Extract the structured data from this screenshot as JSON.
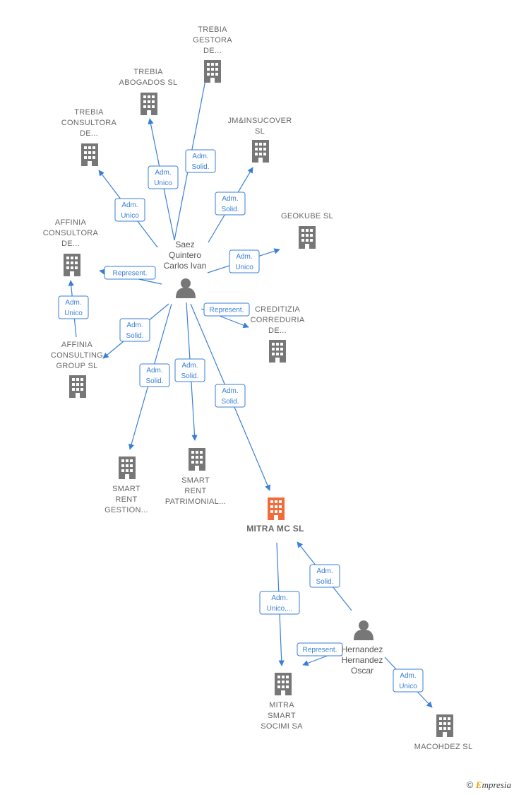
{
  "colors": {
    "edge": "#3a7fd5",
    "company": "#777777",
    "company_highlight": "#f26b38",
    "person": "#777777",
    "label": "#666666"
  },
  "companies": [
    {
      "id": "trebia_gestora",
      "lines": [
        "TREBIA",
        "GESTORA",
        "DE..."
      ],
      "icon": "building-icon"
    },
    {
      "id": "trebia_abogados",
      "lines": [
        "TREBIA",
        "ABOGADOS  SL"
      ],
      "icon": "building-icon"
    },
    {
      "id": "trebia_consultora",
      "lines": [
        "TREBIA",
        "CONSULTORA",
        "DE..."
      ],
      "icon": "building-icon"
    },
    {
      "id": "jm_insucover",
      "lines": [
        "JM&INSUCOVER",
        "SL"
      ],
      "icon": "building-icon"
    },
    {
      "id": "geokube",
      "lines": [
        "GEOKUBE  SL"
      ],
      "icon": "building-icon"
    },
    {
      "id": "affinia_consultora",
      "lines": [
        "AFFINIA",
        "CONSULTORA",
        "DE..."
      ],
      "icon": "building-icon"
    },
    {
      "id": "creditizia",
      "lines": [
        "CREDITIZIA",
        "CORREDURIA",
        "DE..."
      ],
      "icon": "building-icon"
    },
    {
      "id": "affinia_consulting",
      "lines": [
        "AFFINIA",
        "CONSULTING",
        "GROUP  SL"
      ],
      "icon": "building-icon"
    },
    {
      "id": "smart_gestion",
      "lines": [
        "SMART",
        "RENT",
        "GESTION..."
      ],
      "icon": "building-icon"
    },
    {
      "id": "smart_patrimonial",
      "lines": [
        "SMART",
        "RENT",
        "PATRIMONIAL..."
      ],
      "icon": "building-icon"
    },
    {
      "id": "mitra_mc",
      "lines": [
        "MITRA MC  SL"
      ],
      "icon": "building-icon",
      "highlight": true
    },
    {
      "id": "mitra_smart",
      "lines": [
        "MITRA",
        "SMART",
        "SOCIMI SA"
      ],
      "icon": "building-icon"
    },
    {
      "id": "macohdez",
      "lines": [
        "MACOHDEZ SL"
      ],
      "icon": "building-icon"
    }
  ],
  "persons": [
    {
      "id": "saez",
      "lines": [
        "Saez",
        "Quintero",
        "Carlos Ivan"
      ],
      "icon": "person-icon"
    },
    {
      "id": "oscar",
      "lines": [
        "Hernandez",
        "Hernandez",
        "Oscar"
      ],
      "icon": "person-icon"
    }
  ],
  "edges": [
    {
      "from": "saez",
      "to": "trebia_gestora",
      "lines": [
        "Adm.",
        "Solid."
      ]
    },
    {
      "from": "saez",
      "to": "trebia_abogados",
      "lines": [
        "Adm.",
        "Unico"
      ]
    },
    {
      "from": "saez",
      "to": "trebia_consultora",
      "lines": [
        "Adm.",
        "Unico"
      ]
    },
    {
      "from": "saez",
      "to": "jm_insucover",
      "lines": [
        "Adm.",
        "Solid."
      ]
    },
    {
      "from": "saez",
      "to": "geokube",
      "lines": [
        "Adm.",
        "Unico"
      ]
    },
    {
      "from": "saez",
      "to": "affinia_consultora",
      "lines": [
        "Represent."
      ]
    },
    {
      "from": "saez",
      "to": "creditizia",
      "lines": [
        "Represent."
      ]
    },
    {
      "from": "saez",
      "to": "affinia_consulting",
      "lines": [
        "Adm.",
        "Solid."
      ]
    },
    {
      "from": "affinia_consulting",
      "to": "affinia_consultora",
      "lines": [
        "Adm.",
        "Unico"
      ]
    },
    {
      "from": "saez",
      "to": "smart_gestion",
      "lines": [
        "Adm.",
        "Solid."
      ]
    },
    {
      "from": "saez",
      "to": "smart_patrimonial",
      "lines": [
        "Adm.",
        "Solid."
      ]
    },
    {
      "from": "saez",
      "to": "mitra_mc",
      "lines": [
        "Adm.",
        "Solid."
      ]
    },
    {
      "from": "mitra_mc",
      "to": "mitra_smart",
      "lines": [
        "Adm.",
        "Unico,..."
      ]
    },
    {
      "from": "oscar",
      "to": "mitra_mc",
      "lines": [
        "Adm.",
        "Solid."
      ]
    },
    {
      "from": "oscar",
      "to": "mitra_smart",
      "lines": [
        "Represent."
      ]
    },
    {
      "from": "oscar",
      "to": "macohdez",
      "lines": [
        "Adm.",
        "Unico"
      ]
    }
  ],
  "footer": {
    "copyright": "©",
    "brand_initial": "E",
    "brand_rest": "mpresia"
  }
}
